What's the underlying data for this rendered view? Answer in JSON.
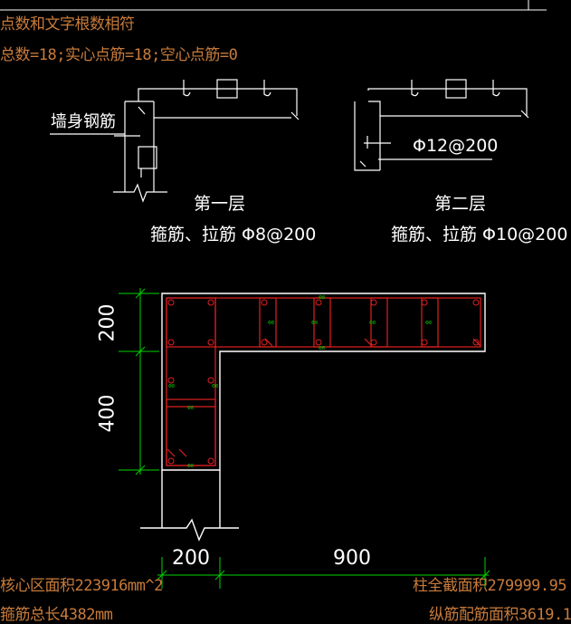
{
  "header": {
    "line1": "点数和文字根数相符",
    "line2": "总数=18;实心点筋=18;空心点筋=0"
  },
  "detail_left": {
    "wall_label": "墙身钢筋",
    "layer_title": "第一层",
    "spec": "箍筋、拉筋 Φ8@200"
  },
  "detail_right": {
    "rebar_label": "Φ12@200",
    "layer_title": "第二层",
    "spec": "箍筋、拉筋 Φ10@200"
  },
  "dimensions": {
    "dim_200_vertical": "200",
    "dim_400_vertical": "400",
    "dim_200_horizontal": "200",
    "dim_900_horizontal": "900"
  },
  "footer": {
    "core_area": "核心区面积223916mm^2",
    "stirrup_length": "箍筋总长4382mm",
    "column_area": "柱全截面积279999.95",
    "longitudinal_area": "纵筋配筋面积3619.1"
  },
  "colors": {
    "background": "#000000",
    "info_text": "#c87b3a",
    "rebar": "#e02020",
    "dimension": "#00d400",
    "outline": "#ffffff",
    "tie_label": "#00d400"
  }
}
